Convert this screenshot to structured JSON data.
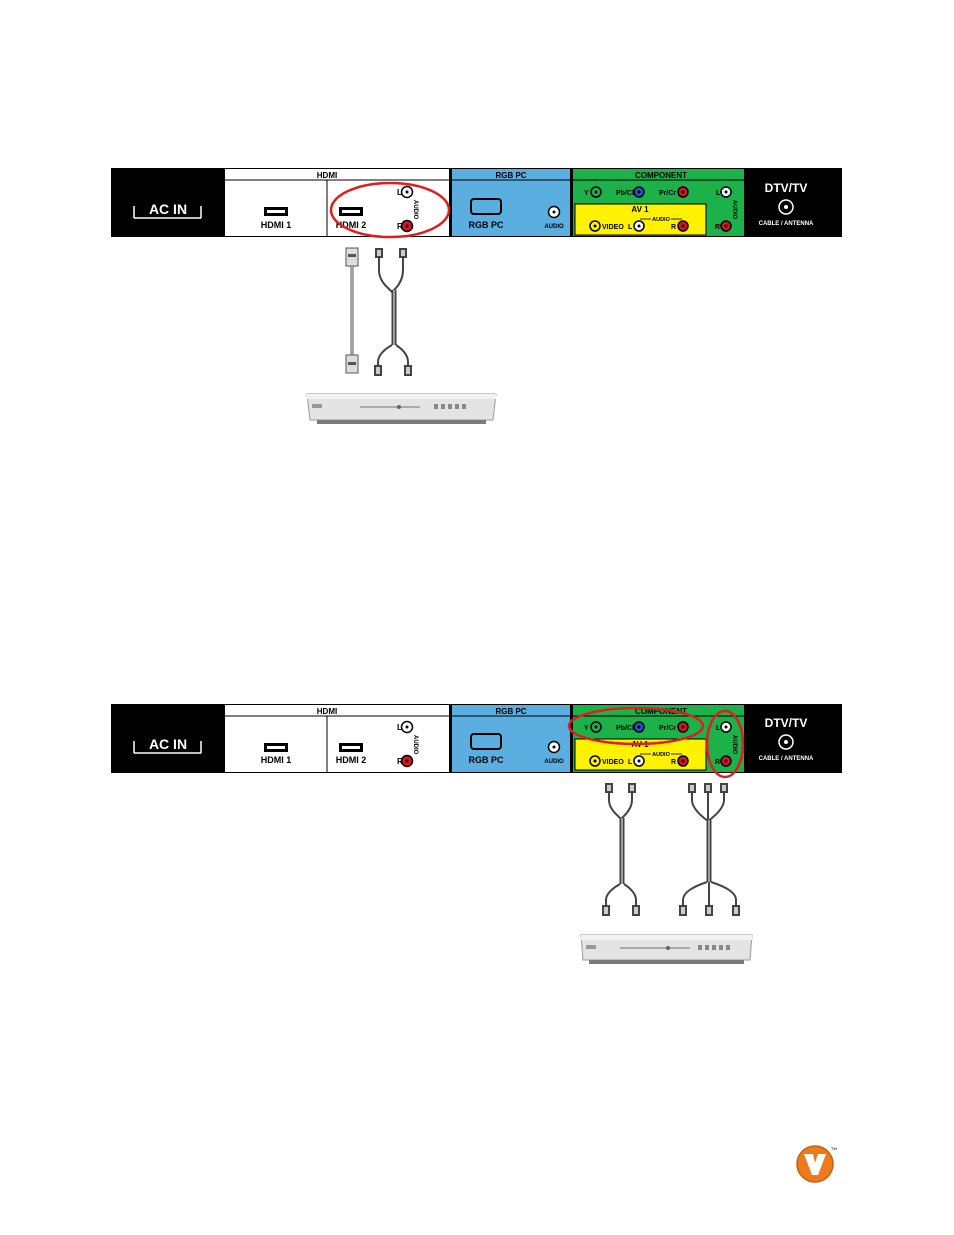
{
  "panel": {
    "ac_in": "AC IN",
    "hdmi_header": "HDMI",
    "hdmi1": "HDMI 1",
    "hdmi2": "HDMI 2",
    "audio_vertical": "AUDIO",
    "l": "L",
    "r": "R",
    "rgb_header": "RGB PC",
    "rgb_label": "RGB PC",
    "rgb_audio": "AUDIO",
    "component_header": "COMPONENT",
    "y": "Y",
    "pb": "Pb/Cb",
    "pr": "Pr/Cr",
    "av1": "AV 1",
    "audio_small": "AUDIO",
    "video": "VIDEO",
    "dtv": "DTV/TV",
    "cable": "CABLE / ANTENNA"
  },
  "logo": {
    "tm": "TM"
  },
  "colors": {
    "panel_bg": "#000000",
    "hdmi_bg": "#ffffff",
    "rgb_bg": "#5aaee0",
    "component_bg": "#1db14a",
    "av_bg": "#fff200",
    "highlight": "#e01e1e",
    "jack_red": "#d7141f",
    "jack_blue": "#1d56c8",
    "logo_orange": "#ee7a1e"
  }
}
